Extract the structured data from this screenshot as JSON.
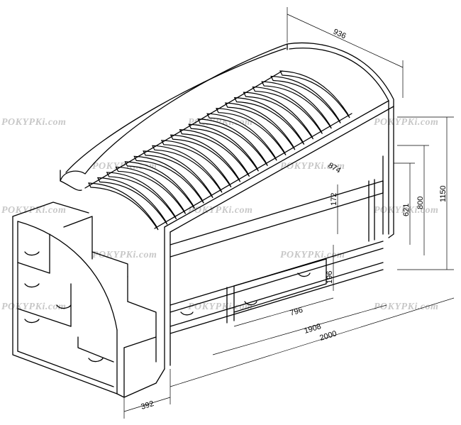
{
  "watermark": "POKYPKi.com",
  "dimensions": {
    "width_top": "936",
    "height_total": "1150",
    "height_bed": "800",
    "height_side": "621",
    "rail_height": "172",
    "drawer_height": "196",
    "drawer_length": "796",
    "inner_length": "1908",
    "total_length": "2000",
    "stair_depth": "392",
    "slat_label": "874"
  }
}
